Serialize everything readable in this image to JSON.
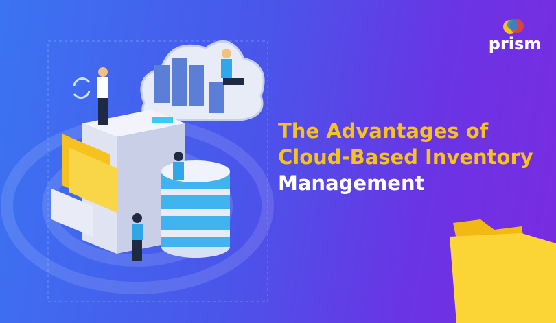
{
  "brand": {
    "logo_text": "prism"
  },
  "headline": {
    "line1": "The Advantages of",
    "line2": "Cloud-Based Inventory",
    "line3": "Management"
  },
  "colors": {
    "accent": "#f7c21b",
    "bg_left": "#3b74f2",
    "bg_right": "#7a2be0"
  }
}
